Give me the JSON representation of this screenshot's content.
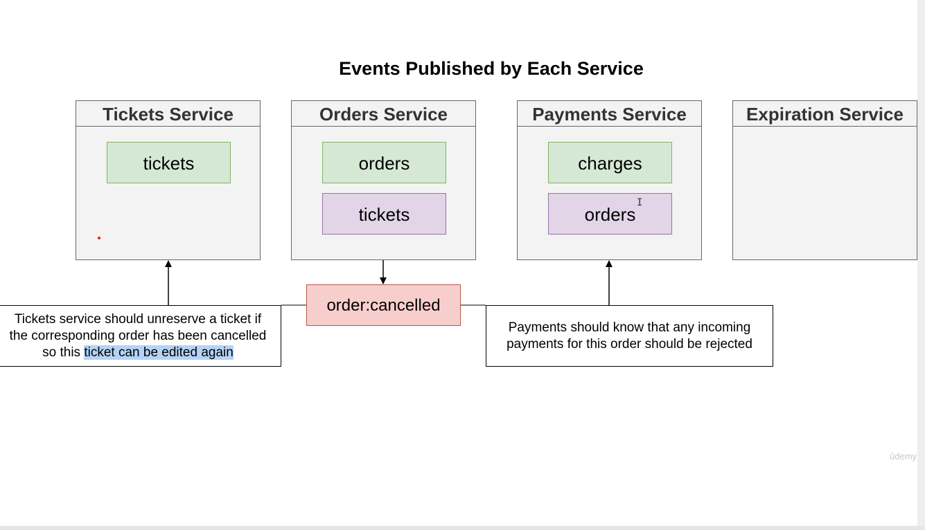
{
  "diagram": {
    "title": "Events Published by Each Service",
    "services": [
      {
        "name": "Tickets Service",
        "events": [
          "tickets"
        ]
      },
      {
        "name": "Orders Service",
        "events": [
          "orders",
          "tickets"
        ]
      },
      {
        "name": "Payments Service",
        "events": [
          "charges",
          "orders"
        ]
      },
      {
        "name": "Expiration Service",
        "events": []
      }
    ],
    "event": "order:cancelled",
    "notes": {
      "tickets": {
        "line1": "Tickets service should unreserve a ticket if",
        "line2": "the corresponding order has been cancelled",
        "line3_prefix": "so this ",
        "line3_highlight": "ticket can be edited again"
      },
      "payments": {
        "line1": "Payments should know that any incoming",
        "line2": "payments for this order should be rejected"
      }
    },
    "watermark": "ûdemy",
    "colors": {
      "green_fill": "#d5e8d4",
      "green_border": "#82b366",
      "purple_fill": "#e1d5e7",
      "purple_border": "#9673a6",
      "event_fill": "#f8cecc",
      "event_border": "#b85450",
      "highlight": "#b5d3f6"
    }
  }
}
